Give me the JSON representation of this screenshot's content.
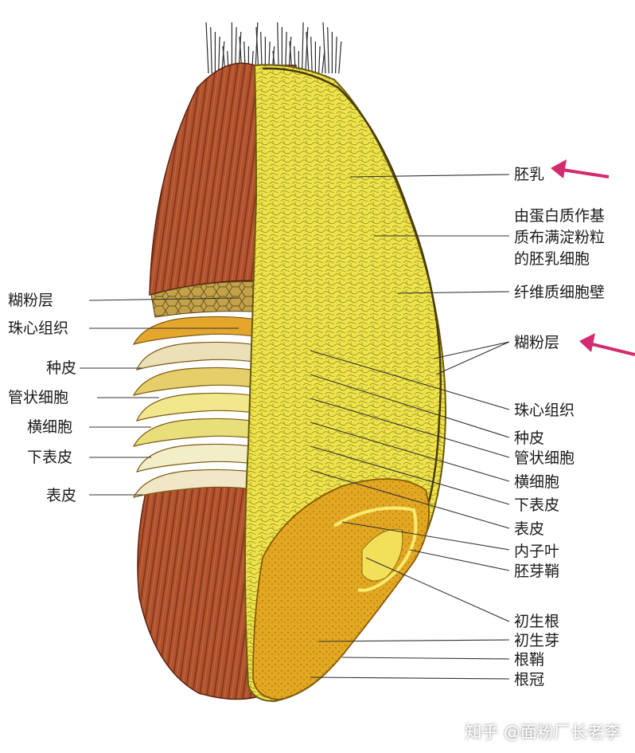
{
  "labels_right": [
    {
      "key": "endosperm",
      "text": "胚乳"
    },
    {
      "key": "endosperm-cell",
      "lines": [
        "由蛋白质作基",
        "质布满淀粉粒",
        "的胚乳细胞"
      ]
    },
    {
      "key": "cellulose-wall",
      "text": "纤维质细胞壁"
    },
    {
      "key": "aleurone",
      "text": "糊粉层"
    },
    {
      "key": "nucellus",
      "text": "珠心组织"
    },
    {
      "key": "seed-coat",
      "text": "种皮"
    },
    {
      "key": "tube-cells",
      "text": "管状细胞"
    },
    {
      "key": "cross-cells",
      "text": "横细胞"
    },
    {
      "key": "hypodermis",
      "text": "下表皮"
    },
    {
      "key": "epidermis",
      "text": "表皮"
    },
    {
      "key": "scutellum",
      "text": "内子叶"
    },
    {
      "key": "coleoptile",
      "text": "胚芽鞘"
    },
    {
      "key": "radicle",
      "text": "初生根"
    },
    {
      "key": "plumule",
      "text": "初生芽"
    },
    {
      "key": "coleorhiza",
      "text": "根鞘"
    },
    {
      "key": "root-cap",
      "text": "根冠"
    }
  ],
  "labels_left": [
    {
      "key": "aleurone",
      "text": "糊粉层"
    },
    {
      "key": "nucellus",
      "text": "珠心组织"
    },
    {
      "key": "seed-coat",
      "text": "种皮"
    },
    {
      "key": "tube-cells",
      "text": "管状细胞"
    },
    {
      "key": "cross-cells",
      "text": "横细胞"
    },
    {
      "key": "hypodermis",
      "text": "下表皮"
    },
    {
      "key": "epidermis",
      "text": "表皮"
    }
  ],
  "watermark": "知乎 @面粉厂长老李",
  "colors": {
    "pericarp": "#b0532e",
    "pericarp_stripe": "#7e2f18",
    "endosperm": "#eee44a",
    "endosperm_cell": "#9a8f28",
    "germ": "#e2a822",
    "aleurone": "#b0923d",
    "arrow": "#d42a6e",
    "leader": "#333333"
  }
}
